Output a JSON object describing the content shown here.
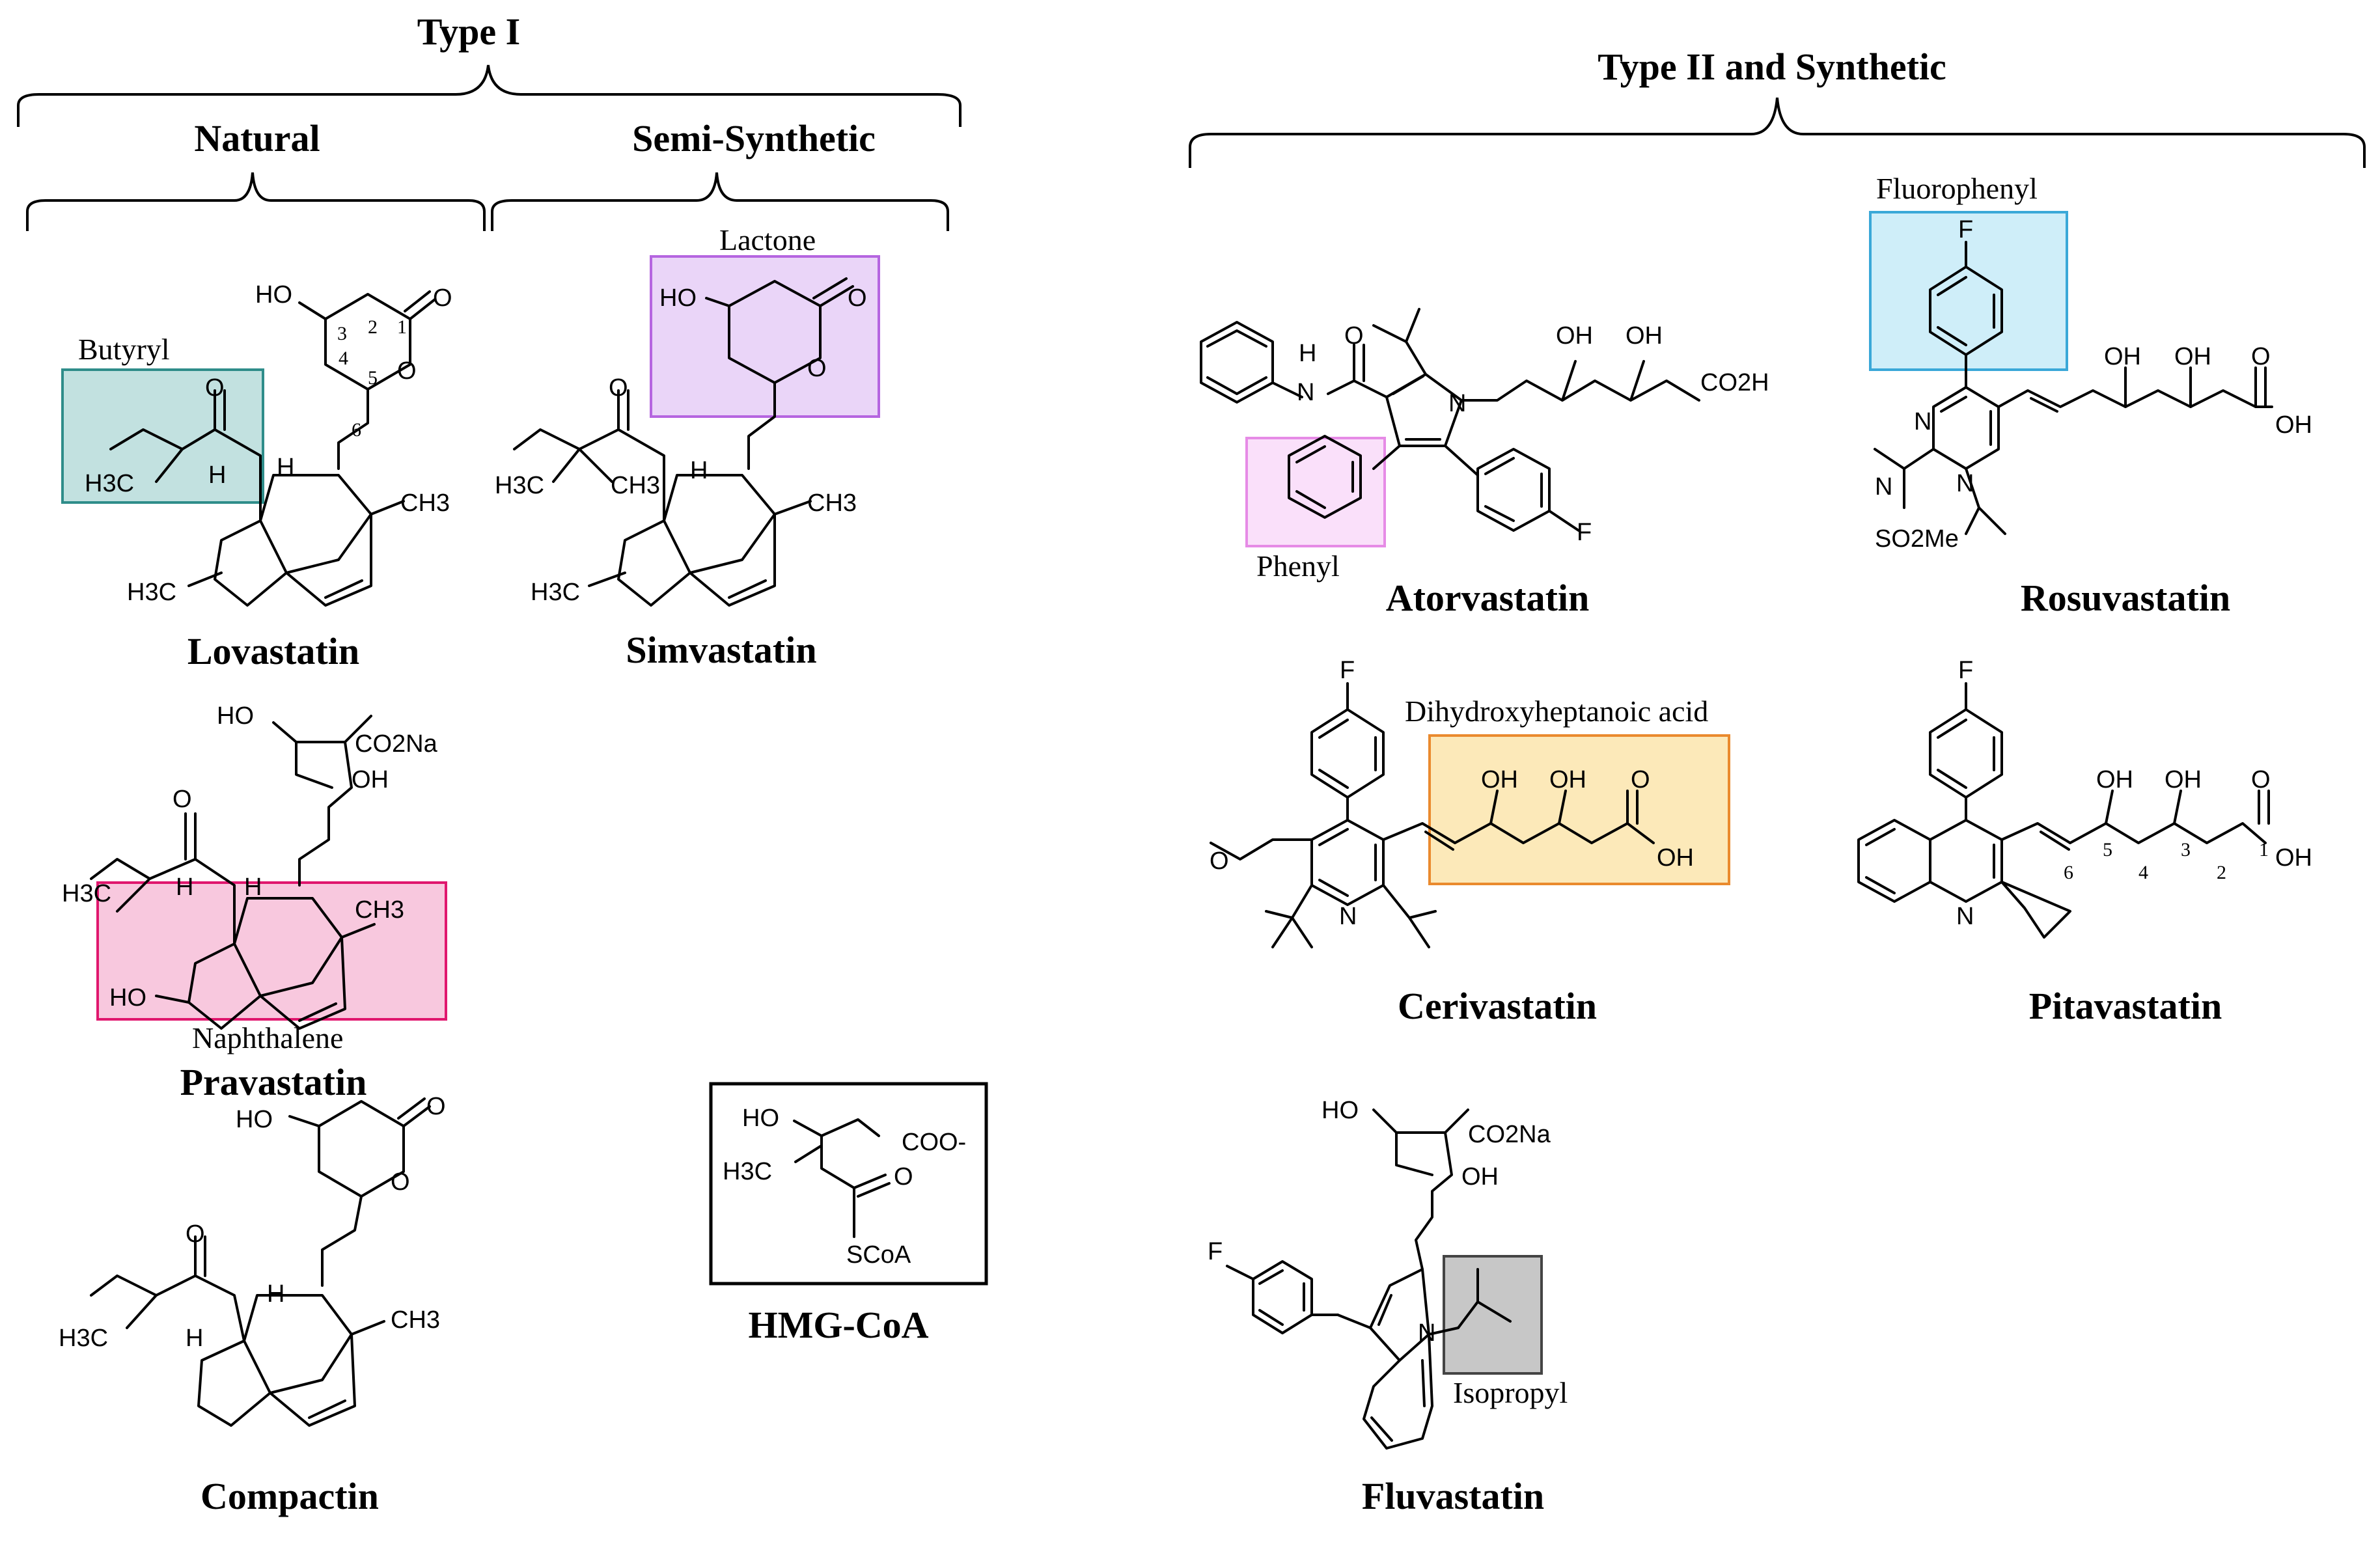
{
  "headers": {
    "type1": "Type I",
    "natural": "Natural",
    "semi": "Semi-Synthetic",
    "type2": "Type II and Synthetic"
  },
  "compounds": {
    "lovastatin": "Lovastatin",
    "simvastatin": "Simvastatin",
    "pravastatin": "Pravastatin",
    "compactin": "Compactin",
    "hmgcoa": "HMG-CoA",
    "atorvastatin": "Atorvastatin",
    "rosuvastatin": "Rosuvastatin",
    "cerivastatin": "Cerivastatin",
    "pitavastatin": "Pitavastatin",
    "fluvastatin": "Fluvastatin"
  },
  "groups": {
    "butyryl": "Butyryl",
    "lactone": "Lactone",
    "naphthalene": "Naphthalene",
    "phenyl": "Phenyl",
    "fluorophenyl": "Fluorophenyl",
    "dihydroxy": "Dihydroxyheptanoic acid",
    "isopropyl": "Isopropyl"
  },
  "atoms": {
    "ho": "HO",
    "oh": "OH",
    "o": "O",
    "h": "H",
    "ch3": "CH3",
    "h3c": "H3C",
    "co2na": "CO2Na",
    "co2h": "CO2H",
    "coo": "COO-",
    "scoa": "SCoA",
    "n": "N",
    "f": "F",
    "so2me": "SO2Me"
  },
  "locants": [
    "1",
    "2",
    "3",
    "4",
    "5",
    "6"
  ],
  "colors": {
    "butyryl": "#4fa9a6",
    "lactone": "#b565e0",
    "naphthalene": "#e0176e",
    "phenyl": "#e68be6",
    "fluorophenyl": "#3aa8d8",
    "dihydroxy": "#ea8a2e",
    "isopropyl": "#555555"
  }
}
